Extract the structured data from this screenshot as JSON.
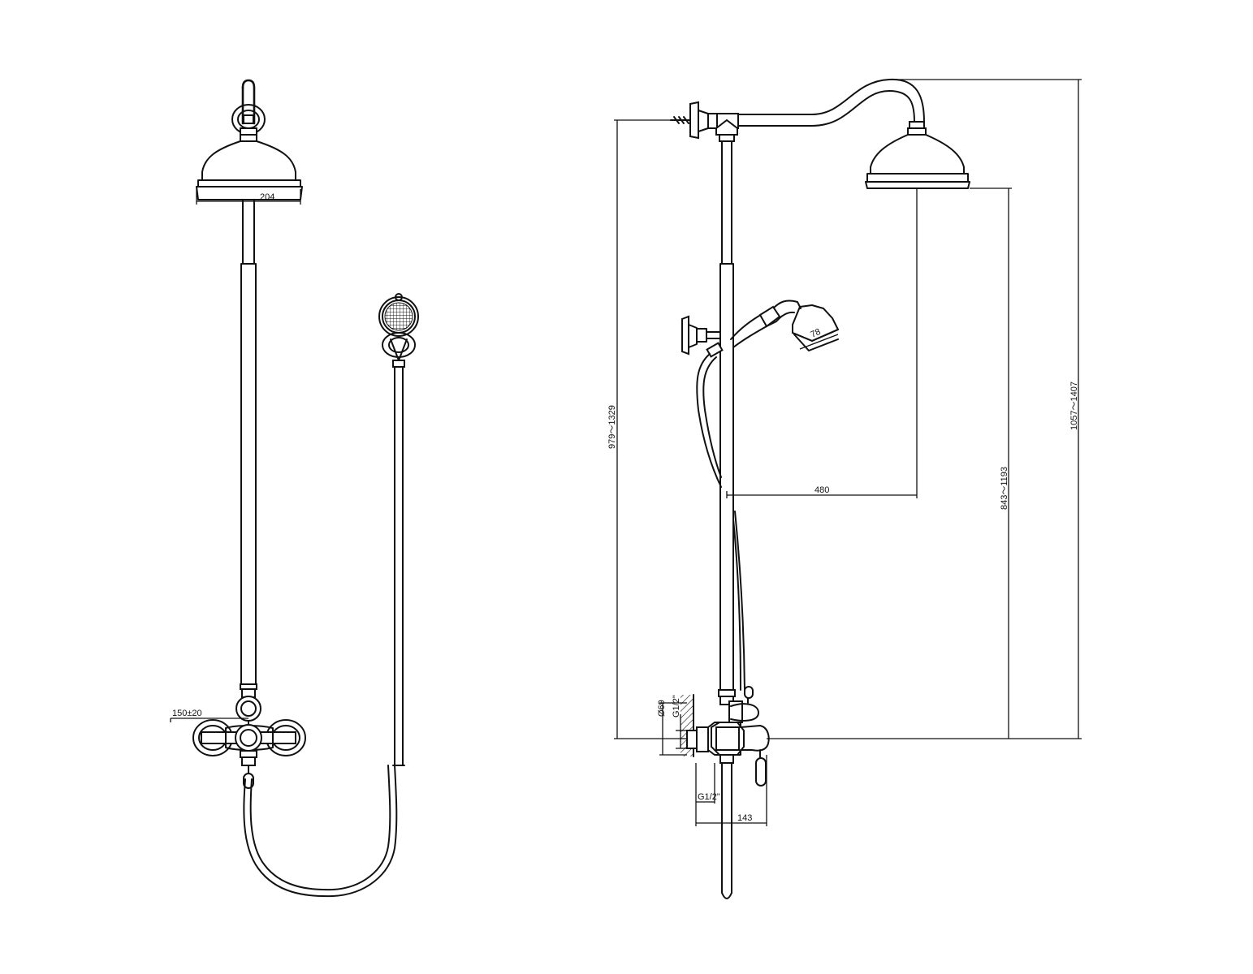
{
  "front_view": {
    "head_width": "204",
    "arm_spacing": "150±20"
  },
  "side_view": {
    "head_projection": "480",
    "hand_shower_diameter": "78",
    "wall_to_head_height": "979～1329",
    "outlet_to_head_height": "843～1193",
    "overall_height": "1057～1407",
    "flange_diameter": "Ø69",
    "inlet_thread": "G1/2\"",
    "outlet_thread": "G1/2\"",
    "mixer_depth": "143"
  },
  "colors": {
    "line": "#111111",
    "background": "#ffffff"
  },
  "patterns": {
    "wall_hatch": "wall-hatch",
    "nozzle_grid": "nozzle-grid"
  }
}
